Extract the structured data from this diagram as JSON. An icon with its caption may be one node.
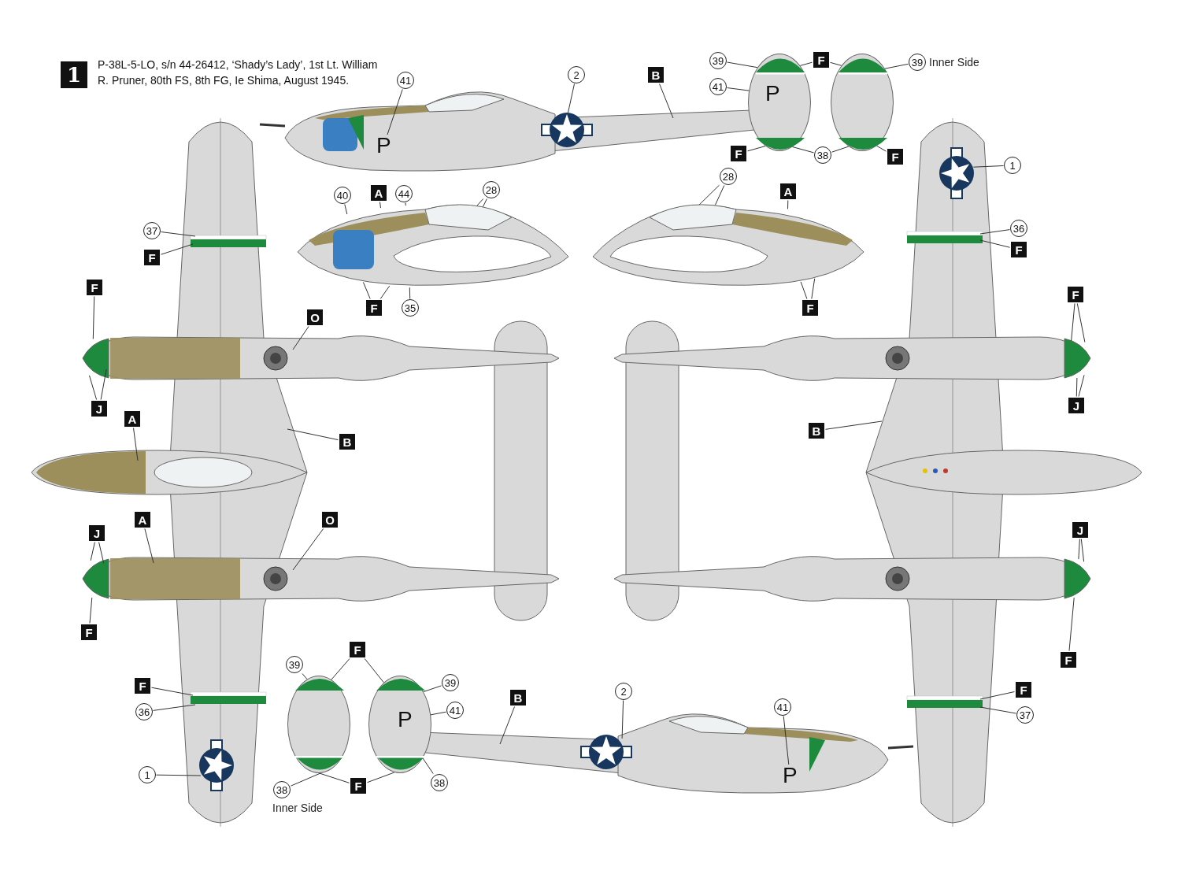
{
  "diagram": {
    "title": "P-38L-5-LO, s/n 44-26412, ‘Shady’s Lady’, 1st Lt. William R. Pruner, 80th FS, 8th FG, Ie Shima, August 1945.",
    "nodes": [
      {
        "text": [
          "41"
        ]
      },
      {
        "text": [
          "2"
        ]
      },
      {
        "text": [
          "B"
        ]
      },
      {
        "text": [
          "39"
        ]
      },
      {
        "text": [
          "F"
        ]
      },
      {
        "text": [
          "39"
        ],
        "beside": [
          "Inner Side"
        ]
      },
      {
        "text": [
          "41"
        ]
      },
      {
        "text": [
          "F"
        ]
      },
      {
        "text": [
          "38"
        ]
      },
      {
        "text": [
          "F"
        ]
      },
      {
        "text": [
          "1"
        ]
      },
      {
        "text": [
          "28"
        ]
      },
      {
        "text": [
          "40"
        ]
      },
      {
        "text": [
          "A"
        ]
      },
      {
        "text": [
          "44"
        ]
      },
      {
        "text": [
          "28"
        ]
      },
      {
        "text": [
          "A"
        ]
      },
      {
        "text": [
          "37"
        ]
      },
      {
        "text": [
          "36"
        ]
      },
      {
        "text": [
          "F"
        ]
      },
      {
        "text": [
          "F"
        ]
      },
      {
        "text": [
          "F"
        ]
      },
      {
        "text": [
          "F"
        ]
      },
      {
        "text": [
          "F"
        ]
      },
      {
        "text": [
          "35"
        ]
      },
      {
        "text": [
          "F"
        ]
      },
      {
        "text": [
          "O"
        ]
      },
      {
        "text": [
          "J"
        ]
      },
      {
        "text": [
          "J"
        ]
      },
      {
        "text": [
          "A"
        ]
      },
      {
        "text": [
          "B"
        ]
      },
      {
        "text": [
          "B"
        ]
      },
      {
        "text": [
          "A"
        ]
      },
      {
        "text": [
          "O"
        ]
      },
      {
        "text": [
          "J"
        ]
      },
      {
        "text": [
          "J"
        ]
      },
      {
        "text": [
          "F"
        ]
      },
      {
        "text": [
          "F"
        ]
      },
      {
        "text": [
          "F"
        ]
      },
      {
        "text": [
          "39"
        ]
      },
      {
        "text": [
          "39"
        ]
      },
      {
        "text": [
          "F"
        ]
      },
      {
        "text": [
          "F"
        ]
      },
      {
        "text": [
          "B"
        ]
      },
      {
        "text": [
          "2"
        ]
      },
      {
        "text": [
          "41"
        ]
      },
      {
        "text": [
          "41"
        ]
      },
      {
        "text": [
          "36"
        ]
      },
      {
        "text": [
          "37"
        ]
      },
      {
        "text": [
          "1"
        ]
      },
      {
        "text": [
          "38"
        ]
      },
      {
        "text": [
          "F"
        ]
      },
      {
        "text": [
          "38"
        ],
        "beside": [
          "Inner Side"
        ]
      },
      {
        "text": [
          "P"
        ]
      },
      {
        "text": [],
        "shape": "picture"
      },
      {
        "text": [
          "P"
        ],
        "in": 54
      },
      {
        "text": [],
        "shape": "picture"
      },
      {
        "text": [],
        "shape": "picture"
      },
      {
        "text": [],
        "shape": "picture"
      },
      {
        "text": [],
        "shape": "picture"
      },
      {
        "text": [],
        "shape": "picture"
      },
      {
        "text": [
          "P"
        ],
        "in": 60
      },
      {
        "text": [
          "P"
        ]
      },
      {
        "text": [],
        "shape": "picture"
      },
      {
        "text": [],
        "shape": "picture"
      },
      {
        "text": [],
        "shape": "picture"
      },
      {
        "text": [],
        "shape": "picture"
      },
      {
        "text": [],
        "shape": "picture"
      },
      {
        "text": [],
        "shape": "picture"
      },
      {
        "text": [],
        "shape": "picture"
      },
      {
        "text": [],
        "shape": "picture"
      }
    ],
    "edges": [
      {
        "from": 0,
        "to": 53,
        "arrow": "none"
      },
      {
        "from": 1,
        "to": 69,
        "arrow": "none"
      },
      {
        "from": 2,
        "to": null,
        "arrow": "none"
      },
      {
        "from": 3,
        "to": 54,
        "arrow": "none"
      },
      {
        "from": 4,
        "to": 54,
        "arrow": "none"
      },
      {
        "from": 4,
        "to": 56,
        "arrow": "none"
      },
      {
        "from": 5,
        "to": 56,
        "arrow": "none"
      },
      {
        "from": 6,
        "to": 55,
        "arrow": "none"
      },
      {
        "from": 7,
        "to": 54,
        "arrow": "none"
      },
      {
        "from": 8,
        "to": 54,
        "arrow": "none"
      },
      {
        "from": 8,
        "to": 56,
        "arrow": "none"
      },
      {
        "from": 9,
        "to": 56,
        "arrow": "none"
      },
      {
        "from": 10,
        "to": 63,
        "arrow": "none"
      },
      {
        "from": 11,
        "to": 58,
        "arrow": "none"
      },
      {
        "from": 11,
        "to": 58,
        "arrow": "none"
      },
      {
        "from": 12,
        "to": 57,
        "arrow": "none"
      },
      {
        "from": 13,
        "to": 57,
        "arrow": "none"
      },
      {
        "from": 14,
        "to": 57,
        "arrow": "none"
      },
      {
        "from": 15,
        "to": 57,
        "arrow": "none"
      },
      {
        "from": 15,
        "to": 57,
        "arrow": "none"
      },
      {
        "from": 16,
        "to": 58,
        "arrow": "none"
      },
      {
        "from": 17,
        "to": null,
        "arrow": "none"
      },
      {
        "from": 18,
        "to": null,
        "arrow": "none"
      },
      {
        "from": 19,
        "to": null,
        "arrow": "none"
      },
      {
        "from": 20,
        "to": null,
        "arrow": "none"
      },
      {
        "from": 21,
        "to": 64,
        "arrow": "none"
      },
      {
        "from": 22,
        "to": 65,
        "arrow": "none"
      },
      {
        "from": 22,
        "to": 65,
        "arrow": "none"
      },
      {
        "from": 23,
        "to": 57,
        "arrow": "none"
      },
      {
        "from": 23,
        "to": 57,
        "arrow": "none"
      },
      {
        "from": 24,
        "to": 57,
        "arrow": "none"
      },
      {
        "from": 25,
        "to": 58,
        "arrow": "none"
      },
      {
        "from": 25,
        "to": 58,
        "arrow": "none"
      },
      {
        "from": 26,
        "to": null,
        "arrow": "none"
      },
      {
        "from": 27,
        "to": 64,
        "arrow": "none"
      },
      {
        "from": 27,
        "to": 64,
        "arrow": "none"
      },
      {
        "from": 28,
        "to": 65,
        "arrow": "none"
      },
      {
        "from": 28,
        "to": 65,
        "arrow": "none"
      },
      {
        "from": 29,
        "to": null,
        "arrow": "none"
      },
      {
        "from": 30,
        "to": null,
        "arrow": "none"
      },
      {
        "from": 31,
        "to": null,
        "arrow": "none"
      },
      {
        "from": 32,
        "to": null,
        "arrow": "none"
      },
      {
        "from": 33,
        "to": null,
        "arrow": "none"
      },
      {
        "from": 34,
        "to": 66,
        "arrow": "none"
      },
      {
        "from": 34,
        "to": 66,
        "arrow": "none"
      },
      {
        "from": 35,
        "to": 67,
        "arrow": "none"
      },
      {
        "from": 35,
        "to": 67,
        "arrow": "none"
      },
      {
        "from": 36,
        "to": 66,
        "arrow": "none"
      },
      {
        "from": 37,
        "to": 59,
        "arrow": "none"
      },
      {
        "from": 37,
        "to": 60,
        "arrow": "none"
      },
      {
        "from": 38,
        "to": 67,
        "arrow": "none"
      },
      {
        "from": 39,
        "to": 59,
        "arrow": "none"
      },
      {
        "from": 40,
        "to": 60,
        "arrow": "none"
      },
      {
        "from": 41,
        "to": null,
        "arrow": "none"
      },
      {
        "from": 42,
        "to": null,
        "arrow": "none"
      },
      {
        "from": 43,
        "to": null,
        "arrow": "none"
      },
      {
        "from": 44,
        "to": 70,
        "arrow": "none"
      },
      {
        "from": 45,
        "to": 62,
        "arrow": "none"
      },
      {
        "from": 46,
        "to": 61,
        "arrow": "none"
      },
      {
        "from": 47,
        "to": null,
        "arrow": "none"
      },
      {
        "from": 48,
        "to": null,
        "arrow": "none"
      },
      {
        "from": 49,
        "to": 68,
        "arrow": "none"
      },
      {
        "from": 50,
        "to": 60,
        "arrow": "none"
      },
      {
        "from": 51,
        "to": 59,
        "arrow": "none"
      },
      {
        "from": 51,
        "to": 60,
        "arrow": "none"
      },
      {
        "from": 52,
        "to": 59,
        "arrow": "none"
      }
    ],
    "labels": [
      "1"
    ]
  }
}
